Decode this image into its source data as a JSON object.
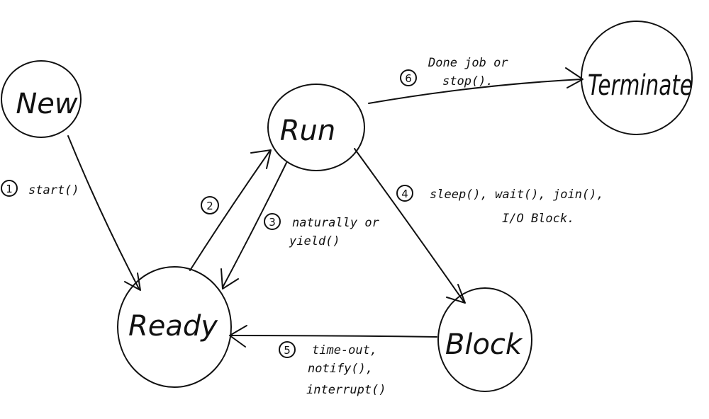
{
  "states": {
    "new": "New",
    "ready": "Ready",
    "run": "Run",
    "block": "Block",
    "terminate": "Terminate"
  },
  "transitions": [
    {
      "id": "t1",
      "number": "1",
      "from": "New",
      "to": "Ready",
      "lines": [
        "start()"
      ]
    },
    {
      "id": "t2",
      "number": "2",
      "from": "Ready",
      "to": "Run",
      "lines": []
    },
    {
      "id": "t3",
      "number": "3",
      "from": "Run",
      "to": "Ready",
      "lines": [
        "naturally or",
        "yield()"
      ]
    },
    {
      "id": "t4",
      "number": "4",
      "from": "Run",
      "to": "Block",
      "lines": [
        "sleep(), wait(), join(),",
        "I/O Block."
      ]
    },
    {
      "id": "t5",
      "number": "5",
      "from": "Block",
      "to": "Ready",
      "lines": [
        "time-out,",
        "notify(),",
        "interrupt()"
      ]
    },
    {
      "id": "t6",
      "number": "6",
      "from": "Run",
      "to": "Terminate",
      "lines": [
        "Done job or",
        "stop()."
      ]
    }
  ]
}
